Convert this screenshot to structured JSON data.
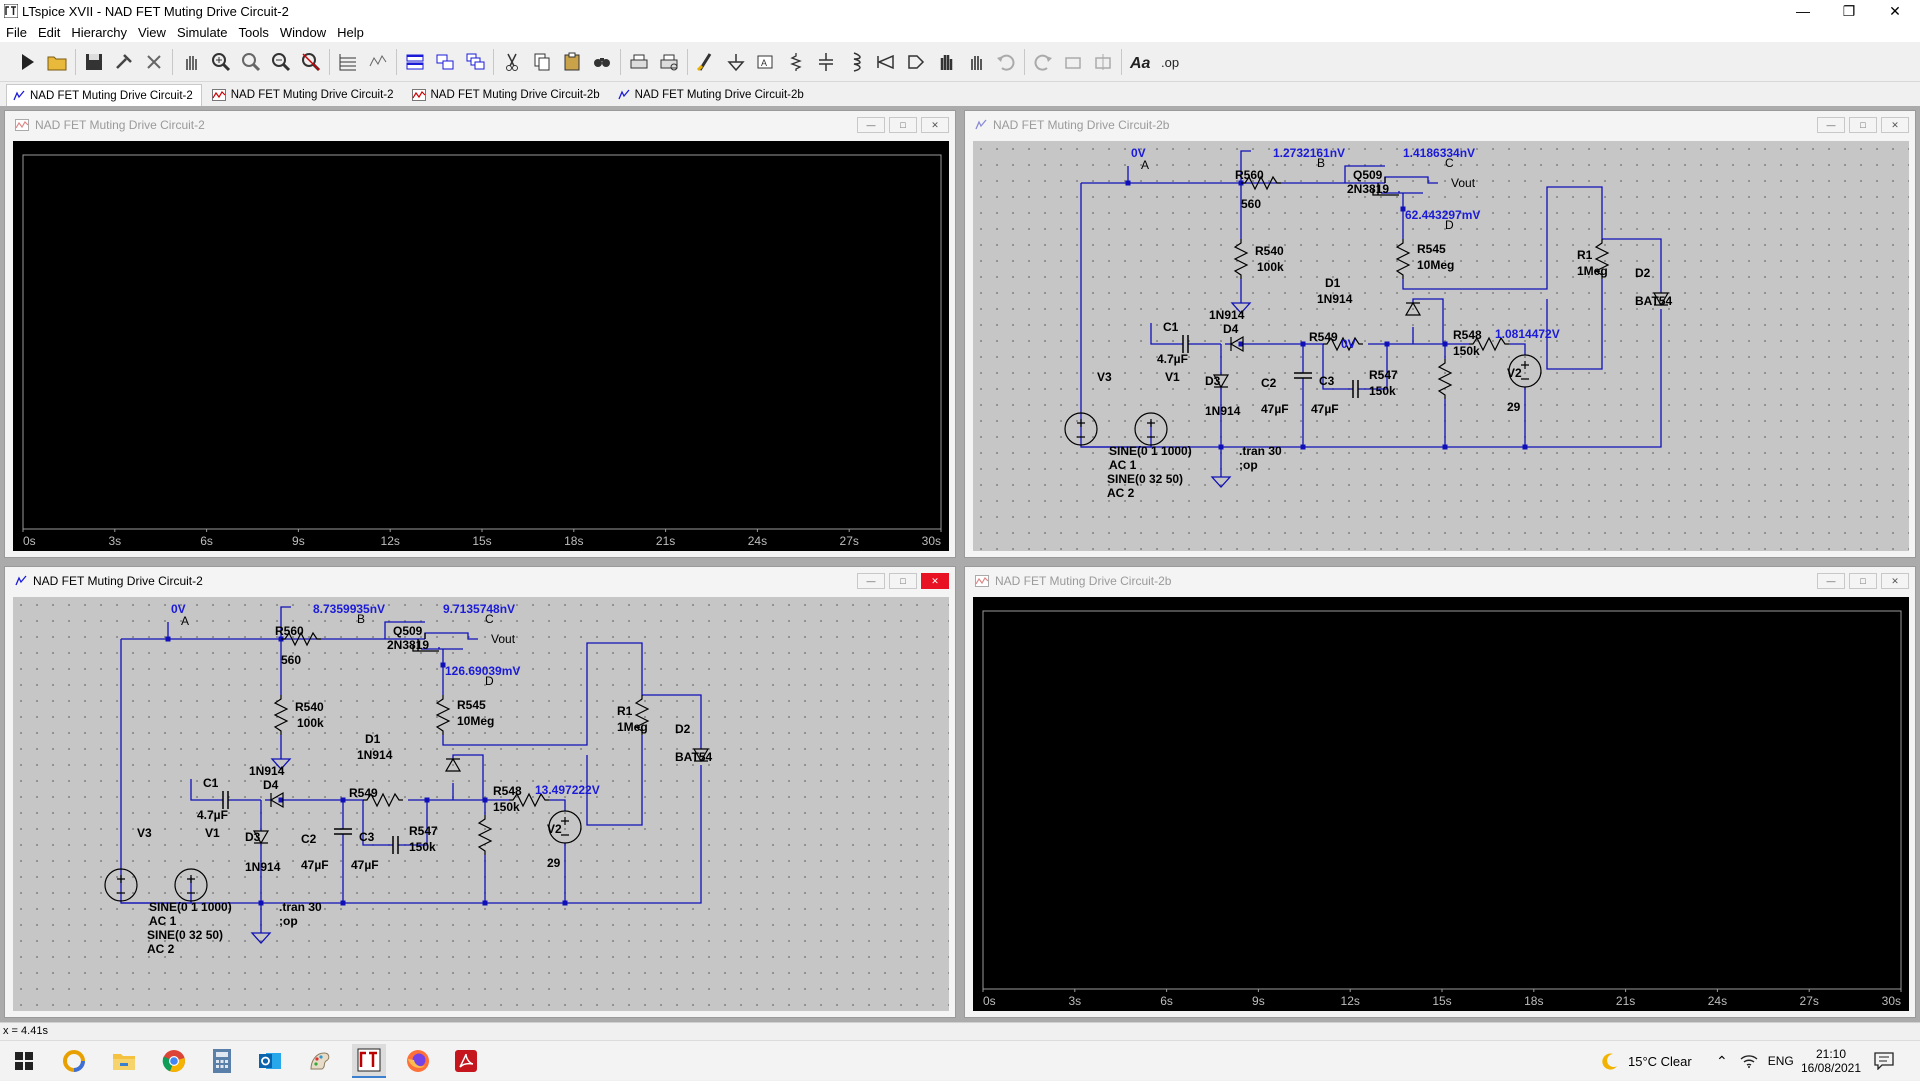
{
  "window": {
    "title": "LTspice XVII - NAD FET Muting Drive Circuit-2"
  },
  "menu": [
    "File",
    "Edit",
    "Hierarchy",
    "View",
    "Simulate",
    "Tools",
    "Window",
    "Help"
  ],
  "toolbar_icons": [
    "run-icon",
    "open-icon",
    "save-icon",
    "control-panel-icon",
    "halt-icon",
    "pan-icon",
    "zoom-in-icon",
    "zoom-area-icon",
    "zoom-out-icon",
    "zoom-cancel-icon",
    "autorange-icon",
    "waveform-icon",
    "tile-horizontal-icon",
    "tile-vertical-icon",
    "cascade-icon",
    "cut-icon",
    "copy-icon",
    "paste-icon",
    "find-icon",
    "print-icon",
    "print-preview-icon",
    "wire-icon",
    "ground-icon",
    "label-icon",
    "resistor-icon",
    "capacitor-icon",
    "inductor-icon",
    "diode-icon",
    "component-icon",
    "move-icon",
    "drag-icon",
    "undo-icon",
    "redo-icon",
    "rotate-icon",
    "mirror-icon",
    "text-icon",
    "spice-directive-icon"
  ],
  "tabs": [
    {
      "label": "NAD FET Muting Drive Circuit-2",
      "kind": "schematic"
    },
    {
      "label": "NAD FET Muting Drive Circuit-2",
      "kind": "plot"
    },
    {
      "label": "NAD FET Muting Drive Circuit-2b",
      "kind": "plot"
    },
    {
      "label": "NAD FET Muting Drive Circuit-2b",
      "kind": "schematic"
    }
  ],
  "windows": {
    "tl": {
      "title": "NAD FET Muting Drive Circuit-2"
    },
    "tr": {
      "title": "NAD FET Muting Drive Circuit-2b"
    },
    "bl": {
      "title": "NAD FET Muting Drive Circuit-2"
    },
    "br": {
      "title": "NAD FET Muting Drive Circuit-2b"
    }
  },
  "chart_data": [
    {
      "type": "line",
      "title": "",
      "xlabel": "",
      "ylabel": "",
      "x_ticks": [
        "0s",
        "3s",
        "6s",
        "9s",
        "12s",
        "15s",
        "18s",
        "21s",
        "24s",
        "27s",
        "30s"
      ],
      "xlim": [
        0,
        30
      ],
      "series": []
    },
    {
      "type": "line",
      "title": "",
      "xlabel": "",
      "ylabel": "",
      "x_ticks": [
        "0s",
        "3s",
        "6s",
        "9s",
        "12s",
        "15s",
        "18s",
        "21s",
        "24s",
        "27s",
        "30s"
      ],
      "xlim": [
        0,
        30
      ],
      "series": []
    }
  ],
  "schematic_tr": {
    "probes": {
      "a": "0V",
      "b": "1.2732161nV",
      "c": "1.4186334nV",
      "d": "62.443297mV",
      "n1": "0V",
      "n2": "1.0814472V"
    },
    "node_labels": {
      "a": "A",
      "b": "B",
      "c": "C",
      "d": "D",
      "vout": "Vout"
    },
    "parts": {
      "r560": "R560",
      "r560v": "560",
      "q": "Q509",
      "qv": "2N3819",
      "r540": "R540",
      "r540v": "100k",
      "r545": "R545",
      "r545v": "10Meg",
      "d1": "D1",
      "d1v": "1N914",
      "d4v": "1N914",
      "d4": "D4",
      "c1": "C1",
      "c1v": "4.7µF",
      "r549": "R549",
      "r548": "R548",
      "r548v": "150k",
      "r1": "R1",
      "r1v": "1Meg",
      "d2": "D2",
      "d2v": "BAT54",
      "v3": "V3",
      "v1": "V1",
      "d3": "D3",
      "d3v": "1N914",
      "c2": "C2",
      "c2v": "47µF",
      "c3": "C3",
      "c3v": "47µF",
      "r547": "R547",
      "r547v": "150k",
      "v2": "V2",
      "v2v": "29"
    },
    "directives": {
      "v1a": "SINE(0 1 1000)",
      "v1b": "AC 1",
      "v3a": "SINE(0 32 50)",
      "v3b": "AC 2",
      "tran": ".tran 30",
      "op": ";op"
    }
  },
  "schematic_bl": {
    "probes": {
      "a": "0V",
      "b": "8.7359935nV",
      "c": "9.7135748nV",
      "d": "126.69039mV",
      "n2": "13.497222V"
    },
    "node_labels": {
      "a": "A",
      "b": "B",
      "c": "C",
      "d": "D",
      "vout": "Vout"
    },
    "parts": {
      "r560": "R560",
      "r560v": "560",
      "q": "Q509",
      "qv": "2N3819",
      "r540": "R540",
      "r540v": "100k",
      "r545": "R545",
      "r545v": "10Meg",
      "d1": "D1",
      "d1v": "1N914",
      "d4v": "1N914",
      "d4": "D4",
      "c1": "C1",
      "c1v": "4.7µF",
      "r549": "R549",
      "r548": "R548",
      "r548v": "150k",
      "r1": "R1",
      "r1v": "1Meg",
      "d2": "D2",
      "d2v": "BAT54",
      "v3": "V3",
      "v1": "V1",
      "d3": "D3",
      "d3v": "1N914",
      "c2": "C2",
      "c2v": "47µF",
      "c3": "C3",
      "c3v": "47µF",
      "r547": "R547",
      "r547v": "150k",
      "v2": "V2",
      "v2v": "29"
    },
    "directives": {
      "v1a": "SINE(0 1 1000)",
      "v1b": "AC 1",
      "v3a": "SINE(0 32 50)",
      "v3b": "AC 2",
      "tran": ".tran 30",
      "op": ";op"
    }
  },
  "status": {
    "coords": "x = 4.41s"
  },
  "taskbar": {
    "weather": "15°C  Clear",
    "lang": "ENG",
    "time": "21:10",
    "date": "16/08/2021",
    "apps": [
      "start-icon",
      "cortana-icon",
      "file-explorer-icon",
      "chrome-icon",
      "calculator-icon",
      "outlook-icon",
      "paint-icon",
      "ltspice-icon",
      "firefox-icon",
      "acrobat-icon"
    ]
  },
  "colors": {
    "wire": "#1010b8",
    "probe": "#1a1ad8",
    "plotbg": "#000000",
    "schembg": "#c6c6c6"
  }
}
